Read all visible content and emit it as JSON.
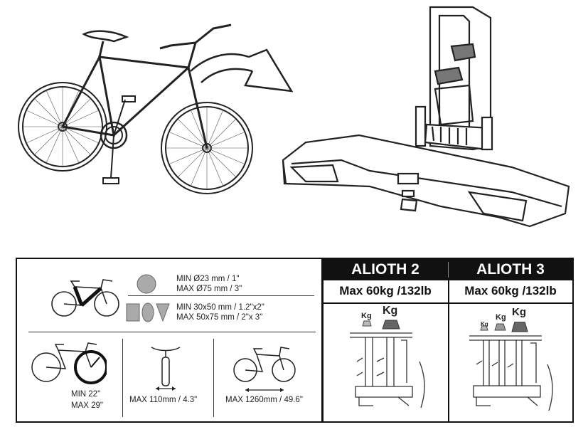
{
  "specs": {
    "round_min": "MIN Ø23 mm / 1\"",
    "round_max": "MAX Ø75 mm / 3\"",
    "oval_min": "MIN 30x50 mm / 1.2\"x2\"",
    "oval_max": "MAX 50x75 mm / 2\"x 3\"",
    "wheel_min": "MIN 22\"",
    "wheel_max": "MAX 29\"",
    "tyre_width": "MAX 110mm / 4.3\"",
    "wheelbase": "MAX 1260mm / 49.6\""
  },
  "models": [
    {
      "name": "ALIOTH 2",
      "max_load": "Max 60kg /132lb",
      "weight_labels": [
        "Kg",
        "Kg"
      ]
    },
    {
      "name": "ALIOTH 3",
      "max_load": "Max 60kg /132lb",
      "weight_labels": [
        "Kg",
        "Kg",
        "Kg"
      ]
    }
  ]
}
